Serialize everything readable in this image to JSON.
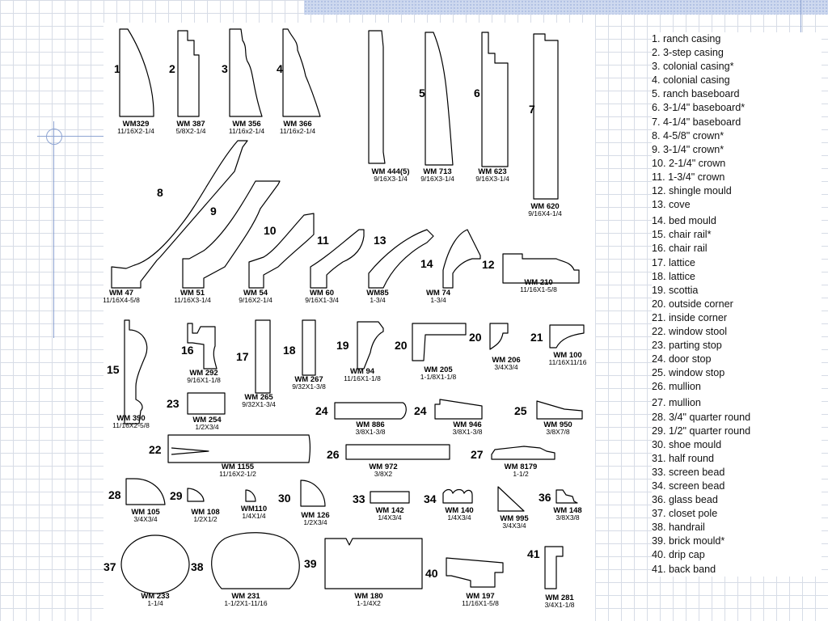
{
  "legend": [
    "1. ranch casing",
    "2. 3-step casing",
    "3. colonial casing*",
    "4. colonial casing",
    "5. ranch baseboard",
    "6. 3-1/4\" baseboard*",
    "7. 4-1/4\" baseboard",
    "8. 4-5/8\" crown*",
    "9. 3-1/4\" crown*",
    "10. 2-1/4\" crown",
    "11. 1-3/4\" crown",
    "12. shingle mould",
    "13. cove",
    "14. bed mould",
    "15. chair rail*",
    "16. chair rail",
    "17. lattice",
    "18. lattice",
    "19. scottia",
    "20. outside corner",
    "21. inside corner",
    "22. window stool",
    "23. parting stop",
    "24. door stop",
    "25. window stop",
    "26. mullion",
    "27. mullion",
    "28. 3/4\" quarter round",
    "29. 1/2\" quarter round",
    "30. shoe mould",
    "31. half round",
    "33. screen bead",
    "34. screen bead",
    "36. glass bead",
    "37. closet pole",
    "38. handrail",
    "39. brick mould*",
    "40. drip cap",
    "41. back band"
  ],
  "profiles": [
    {
      "num": "1",
      "code": "WM329",
      "size": "11/16X2-1/4"
    },
    {
      "num": "2",
      "code": "WM 387",
      "size": "5/8X2-1/4"
    },
    {
      "num": "3",
      "code": "WM 356",
      "size": "11/16x2-1/4"
    },
    {
      "num": "4",
      "code": "WM 366",
      "size": "11/16x2-1/4"
    },
    {
      "num": "",
      "code": "WM 444(5)",
      "size": "9/16X3-1/4"
    },
    {
      "num": "5",
      "code": "WM 713",
      "size": "9/16X3-1/4"
    },
    {
      "num": "6",
      "code": "WM 623",
      "size": "9/16X3-1/4"
    },
    {
      "num": "7",
      "code": "WM 620",
      "size": "9/16X4-1/4"
    },
    {
      "num": "8",
      "code": "WM 47",
      "size": "11/16X4-5/8"
    },
    {
      "num": "9",
      "code": "WM 51",
      "size": "11/16X3-1/4"
    },
    {
      "num": "10",
      "code": "WM 54",
      "size": "9/16X2-1/4"
    },
    {
      "num": "11",
      "code": "WM 60",
      "size": "9/16X1-3/4"
    },
    {
      "num": "13",
      "code": "WM85",
      "size": "1-3/4"
    },
    {
      "num": "14",
      "code": "WM 74",
      "size": "1-3/4"
    },
    {
      "num": "12",
      "code": "WM 210",
      "size": "11/16X1-5/8"
    },
    {
      "num": "15",
      "code": "WM 390",
      "size": "11/16X2-5/8"
    },
    {
      "num": "16",
      "code": "WM 292",
      "size": "9/16X1-1/8"
    },
    {
      "num": "17",
      "code": "WM 265",
      "size": "9/32X1-3/4"
    },
    {
      "num": "18",
      "code": "WM 267",
      "size": "9/32X1-3/8"
    },
    {
      "num": "19",
      "code": "WM 94",
      "size": "11/16X1-1/8"
    },
    {
      "num": "20",
      "code": "WM 205",
      "size": "1-1/8X1-1/8"
    },
    {
      "num": "20",
      "code": "WM 206",
      "size": "3/4X3/4"
    },
    {
      "num": "21",
      "code": "WM 100",
      "size": "11/16X11/16"
    },
    {
      "num": "23",
      "code": "WM 254",
      "size": "1/2X3/4"
    },
    {
      "num": "24",
      "code": "WM 886",
      "size": "3/8X1-3/8"
    },
    {
      "num": "24",
      "code": "WM 946",
      "size": "3/8X1-3/8"
    },
    {
      "num": "25",
      "code": "WM 950",
      "size": "3/8X7/8"
    },
    {
      "num": "22",
      "code": "WM 1155",
      "size": "11/16X2-1/2"
    },
    {
      "num": "26",
      "code": "WM 972",
      "size": "3/8X2"
    },
    {
      "num": "27",
      "code": "WM 8179",
      "size": "1-1/2"
    },
    {
      "num": "28",
      "code": "WM 105",
      "size": "3/4X3/4"
    },
    {
      "num": "29",
      "code": "WM 108",
      "size": "1/2X1/2"
    },
    {
      "num": "",
      "code": "WM110",
      "size": "1/4X1/4"
    },
    {
      "num": "30",
      "code": "WM 126",
      "size": "1/2X3/4"
    },
    {
      "num": "33",
      "code": "WM 142",
      "size": "1/4X3/4"
    },
    {
      "num": "34",
      "code": "WM 140",
      "size": "1/4X3/4"
    },
    {
      "num": "",
      "code": "WM 995",
      "size": "3/4X3/4"
    },
    {
      "num": "36",
      "code": "WM 148",
      "size": "3/8X3/8"
    },
    {
      "num": "37",
      "code": "WM 233",
      "size": "1-1/4"
    },
    {
      "num": "38",
      "code": "WM 231",
      "size": "1-1/2X1-11/16"
    },
    {
      "num": "39",
      "code": "WM 180",
      "size": "1-1/4X2"
    },
    {
      "num": "40",
      "code": "WM 197",
      "size": "11/16X1-5/8"
    },
    {
      "num": "41",
      "code": "WM 281",
      "size": "3/4X1-1/8"
    }
  ]
}
